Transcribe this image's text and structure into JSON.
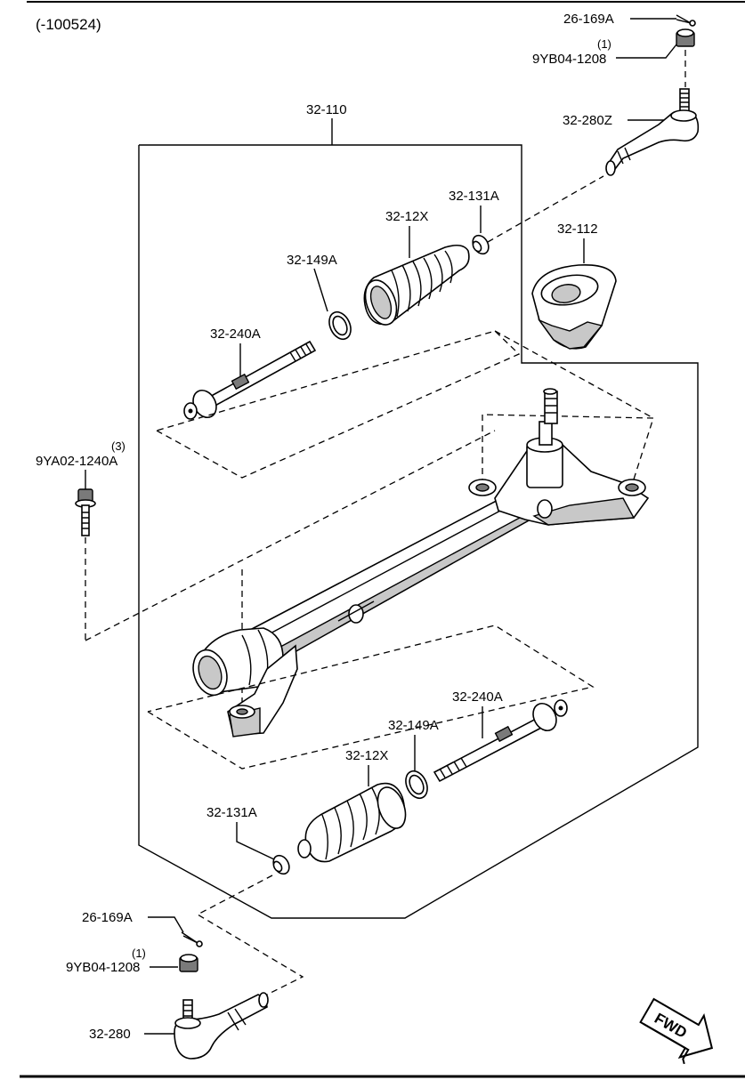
{
  "header": {
    "date_code": "(-100524)"
  },
  "callouts": {
    "cotter_pin_top": "26-169A",
    "nut_top_qty": "(1)",
    "nut_top_part": "9YB04-1208",
    "tie_rod_end_right": "32-280Z",
    "gear_assembly": "32-110",
    "clamp_top": "32-131A",
    "boot_top": "32-12X",
    "boot_ring_top": "32-149A",
    "tie_rod_top": "32-240A",
    "insulator": "32-112",
    "bolt_qty": "(3)",
    "bolt_part": "9YA02-1240A",
    "tie_rod_bottom": "32-240A",
    "boot_ring_bottom": "32-149A",
    "boot_bottom": "32-12X",
    "clamp_bottom": "32-131A",
    "cotter_pin_bottom": "26-169A",
    "nut_bottom_qty": "(1)",
    "nut_bottom_part": "9YB04-1208",
    "tie_rod_end_left": "32-280"
  },
  "fwd_indicator": {
    "label": "FWD"
  }
}
